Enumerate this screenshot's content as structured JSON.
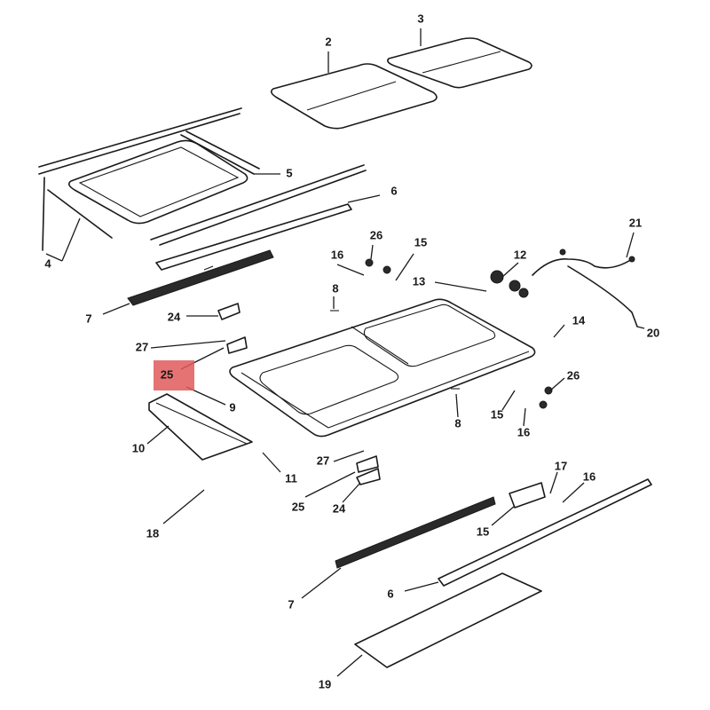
{
  "callouts": {
    "c1": "2",
    "c2": "3",
    "c3": "5",
    "c4": "6",
    "c5": "4",
    "c6": "21",
    "c7": "26",
    "c8": "15",
    "c9": "16",
    "c10": "12",
    "c11": "13",
    "c12": "8",
    "c13": "7",
    "c14": "24",
    "c15": "14",
    "c16": "20",
    "c17": "27",
    "c18": "25",
    "c19": "9",
    "c20": "26",
    "c21": "10",
    "c22": "15",
    "c23": "8",
    "c24": "16",
    "c25": "27",
    "c26": "11",
    "c27": "17",
    "c28": "16",
    "c29": "25",
    "c30": "24",
    "c31": "18",
    "c32": "15",
    "c33": "6",
    "c34": "7",
    "c35": "19"
  },
  "highlight": {
    "label": "25",
    "color": "#e25b5b"
  }
}
